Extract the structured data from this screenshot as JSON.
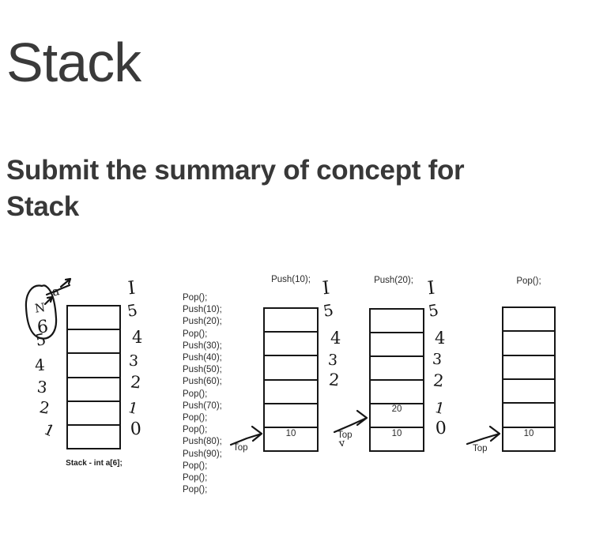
{
  "page": {
    "title": "Stack",
    "heading": "Submit the summary of concept for Stack"
  },
  "colors": {
    "text": "#3a3a3a",
    "ink": "#161616"
  },
  "diagram": {
    "array_stack": {
      "caption": "Stack - int a[6];",
      "note_letter": "N",
      "note_number": "6",
      "note_scribble": "a",
      "left_index_labels": [
        "5",
        "4",
        "3",
        "2",
        "1"
      ],
      "right_index_labels": [
        "I",
        "5",
        "4",
        "3",
        "2",
        "1",
        "0"
      ]
    },
    "operations": [
      "Pop();",
      "Push(10);",
      "Push(20);",
      "Pop();",
      "Push(30);",
      "Push(40);",
      "Push(50);",
      "Push(60);",
      "Pop();",
      "Push(70);",
      "Pop();",
      "Pop();",
      "Push(80);",
      "Push(90);",
      "Pop();",
      "Pop();",
      "Pop();"
    ],
    "steps": [
      {
        "label": "Push(10);",
        "top_label": "Top",
        "values": {
          "row5": "10"
        },
        "right_index_labels": [
          "I",
          "5",
          "4",
          "3",
          "2"
        ]
      },
      {
        "label": "Push(20);",
        "top_label": "Top",
        "tick": "v",
        "values": {
          "row4": "20",
          "row5": "10"
        },
        "right_index_labels": [
          "I",
          "5",
          "4",
          "3",
          "2",
          "1",
          "0"
        ]
      },
      {
        "label": "Pop();",
        "top_label": "Top",
        "values": {
          "row5": "10"
        }
      }
    ]
  }
}
